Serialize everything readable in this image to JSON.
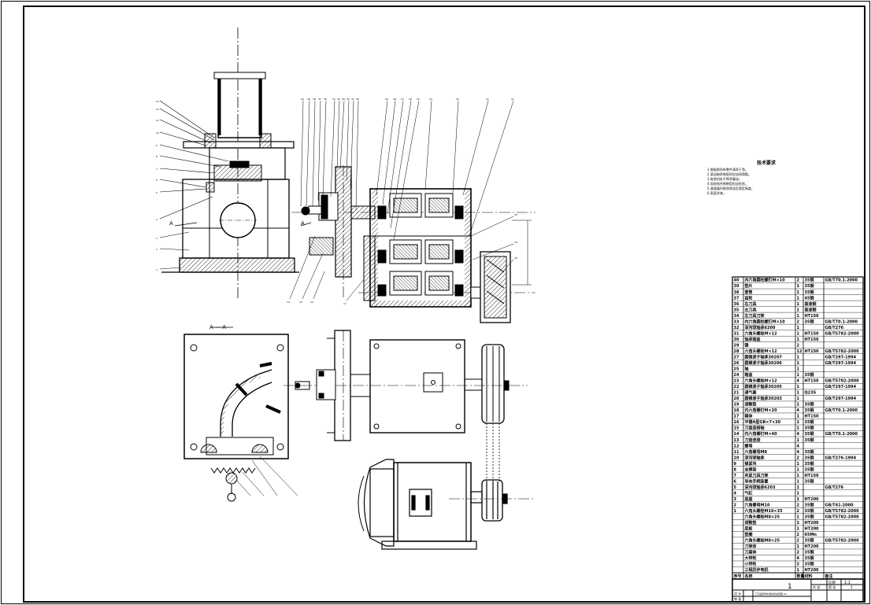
{
  "section_label": "A — A",
  "section_marks": [
    "A",
    "A"
  ],
  "tech_notes": {
    "title": "技术要求",
    "lines": [
      "1.装配前所有零件清洗干净。",
      "2.滚动轴承装配时应加润滑脂。",
      "3.各密封处不得渗漏油。",
      "4.齿轮啮合侧隙用铅丝检验。",
      "5.减速器内装润滑油至规定高度。",
      "6.表面涂漆。"
    ]
  },
  "bom": {
    "rows": [
      {
        "no": "40",
        "name": "内六角圆柱螺钉M×10",
        "qty": "2",
        "mat": "35钢",
        "std": "GB/T70.1-2000"
      },
      {
        "no": "39",
        "name": "垫片",
        "qty": "1",
        "mat": "35钢",
        "std": ""
      },
      {
        "no": "38",
        "name": "套筒",
        "qty": "1",
        "mat": "35钢",
        "std": ""
      },
      {
        "no": "37",
        "name": "齿轮",
        "qty": "1",
        "mat": "45钢",
        "std": ""
      },
      {
        "no": "36",
        "name": "右刀具",
        "qty": "1",
        "mat": "高速钢",
        "std": ""
      },
      {
        "no": "35",
        "name": "左刀具",
        "qty": "1",
        "mat": "高速钢",
        "std": ""
      },
      {
        "no": "34",
        "name": "左刀具刀架",
        "qty": "1",
        "mat": "HT150",
        "std": ""
      },
      {
        "no": "33",
        "name": "内六角圆柱螺钉M×10",
        "qty": "2",
        "mat": "35钢",
        "std": "GB/T70.1-2000"
      },
      {
        "no": "32",
        "name": "深沟球轴承6200",
        "qty": "1",
        "mat": "",
        "std": "GB/T276"
      },
      {
        "no": "31",
        "name": "六角头螺栓M×12",
        "qty": "1",
        "mat": "HT150",
        "std": "GB/T5782-2000"
      },
      {
        "no": "30",
        "name": "轴承端盖",
        "qty": "1",
        "mat": "HT150",
        "std": ""
      },
      {
        "no": "29",
        "name": "键",
        "qty": "2",
        "mat": "",
        "std": ""
      },
      {
        "no": "28",
        "name": "六角头螺栓M×12",
        "qty": "12",
        "mat": "HT150",
        "std": "GB/T5782-2000"
      },
      {
        "no": "27",
        "name": "圆锥滚子轴承30207",
        "qty": "1",
        "mat": "",
        "std": "GB/T297-1994"
      },
      {
        "no": "26",
        "name": "圆锥滚子轴承30206",
        "qty": "1",
        "mat": "",
        "std": "GB/T297-1994"
      },
      {
        "no": "25",
        "name": "轴",
        "qty": "1",
        "mat": "",
        "std": ""
      },
      {
        "no": "24",
        "name": "箱盖",
        "qty": "1",
        "mat": "35钢",
        "std": ""
      },
      {
        "no": "23",
        "name": "六角头螺栓M×12",
        "qty": "4",
        "mat": "HT150",
        "std": "GB/T5782-2000"
      },
      {
        "no": "22",
        "name": "圆锥滚子轴承30205",
        "qty": "1",
        "mat": "",
        "std": "GB/T297-1994"
      },
      {
        "no": "21",
        "name": "通气塞",
        "qty": "1",
        "mat": "Q235",
        "std": ""
      },
      {
        "no": "20",
        "name": "圆锥滚子轴承30203",
        "qty": "1",
        "mat": "",
        "std": "GB/T297-1994"
      },
      {
        "no": "19",
        "name": "调整垫",
        "qty": "1",
        "mat": "35钢",
        "std": ""
      },
      {
        "no": "18",
        "name": "内六角螺钉M×20",
        "qty": "4",
        "mat": "35钢",
        "std": "GB/T70.1-2000"
      },
      {
        "no": "17",
        "name": "箱体",
        "qty": "1",
        "mat": "HT150",
        "std": ""
      },
      {
        "no": "16",
        "name": "平键A型GB×7×30",
        "qty": "1",
        "mat": "35钢",
        "std": ""
      },
      {
        "no": "15",
        "name": "刀盘连接轴",
        "qty": "1",
        "mat": "35钢",
        "std": ""
      },
      {
        "no": "14",
        "name": "内六角螺钉M×40",
        "qty": "4",
        "mat": "35钢",
        "std": "GB/T70.1-2000"
      },
      {
        "no": "13",
        "name": "刀盘连接",
        "qty": "1",
        "mat": "35钢",
        "std": ""
      },
      {
        "no": "12",
        "name": "螺母",
        "qty": "4",
        "mat": "",
        "std": ""
      },
      {
        "no": "11",
        "name": "六角螺母M8",
        "qty": "4",
        "mat": "35钢",
        "std": ""
      },
      {
        "no": "10",
        "name": "深沟球轴承",
        "qty": "2",
        "mat": "35钢",
        "std": "GB/T276-1994"
      },
      {
        "no": "9",
        "name": "锁紧块",
        "qty": "1",
        "mat": "35钢",
        "std": ""
      },
      {
        "no": "8",
        "name": "支撑架",
        "qty": "1",
        "mat": "35钢",
        "std": ""
      },
      {
        "no": "7",
        "name": "夹紧刀具刀架",
        "qty": "1",
        "mat": "HT150",
        "std": ""
      },
      {
        "no": "6",
        "name": "导向手柄装置",
        "qty": "1",
        "mat": "35钢",
        "std": ""
      },
      {
        "no": "5",
        "name": "深沟球轴承6203",
        "qty": "1",
        "mat": "",
        "std": "GB/T276"
      },
      {
        "no": "4",
        "name": "气缸",
        "qty": "1",
        "mat": "",
        "std": ""
      },
      {
        "no": "3",
        "name": "底座",
        "qty": "1",
        "mat": "HT200",
        "std": ""
      },
      {
        "no": "2",
        "name": "六角螺母M10",
        "qty": "2",
        "mat": "35钢",
        "std": "GB/T41-2000"
      },
      {
        "no": "1",
        "name": "六角头螺栓M10×35",
        "qty": "2",
        "mat": "35钢",
        "std": "GB/T5782-2000"
      }
    ],
    "extra_rows": [
      {
        "no": "",
        "name": "六角头螺栓M8×25",
        "qty": "1",
        "mat": "35钢",
        "std": "GB/T5782-2000"
      },
      {
        "no": "",
        "name": "调整垫",
        "qty": "1",
        "mat": "HT200",
        "std": ""
      },
      {
        "no": "",
        "name": "底板",
        "qty": "1",
        "mat": "HT200",
        "std": ""
      },
      {
        "no": "",
        "name": "垫圈",
        "qty": "2",
        "mat": "65Mn",
        "std": ""
      },
      {
        "no": "",
        "name": "六角头螺栓M8×25",
        "qty": "2",
        "mat": "35钢",
        "std": "GB/T5782-2000"
      },
      {
        "no": "",
        "name": "刀架体",
        "qty": "1",
        "mat": "HT200",
        "std": ""
      },
      {
        "no": "",
        "name": "刀座体",
        "qty": "2",
        "mat": "35钢",
        "std": ""
      },
      {
        "no": "",
        "name": "大带轮",
        "qty": "4",
        "mat": "35钢",
        "std": ""
      },
      {
        "no": "",
        "name": "小带轮",
        "qty": "2",
        "mat": "35钢",
        "std": ""
      },
      {
        "no": "",
        "name": "三相异步电机",
        "qty": "1",
        "mat": "HT200",
        "std": ""
      }
    ],
    "header": {
      "no": "序号",
      "name": "名称",
      "qty": "数量",
      "mat": "材料",
      "std": "备注"
    }
  },
  "title_block": {
    "sheet_no": "1",
    "scale_label": "比例",
    "scale_value": "1:1",
    "sheets_label": "共 张",
    "sheet_label": "第 张",
    "sheet_value": "1",
    "designer": "设 计",
    "checker": "审 核",
    "drawing_title": "工艺品装饰条磨边机总装图 A0"
  },
  "balloons_left_view": [
    "13",
    "12",
    "11",
    "10",
    "9",
    "8",
    "7",
    "6",
    "5",
    "4",
    "3",
    "2",
    "1"
  ],
  "balloons_top_row": [
    "40",
    "39",
    "38",
    "37",
    "36",
    "35",
    "34",
    "33",
    "32",
    "31",
    "30",
    "29",
    "28",
    "27",
    "26",
    "25",
    "24",
    "23",
    "22",
    "21",
    "20",
    "19",
    "18"
  ],
  "balloons_bottom_row": [
    "14",
    "15",
    "16",
    "17"
  ],
  "colors": {
    "line": "#000000",
    "paper": "#ffffff",
    "hatch": "#000000"
  }
}
